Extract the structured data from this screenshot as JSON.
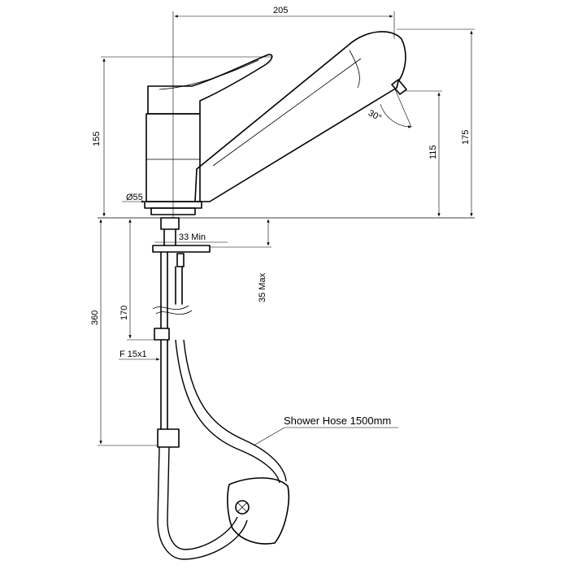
{
  "dimensions": {
    "width_top": "205",
    "height_155": "155",
    "height_175": "175",
    "height_115": "115",
    "angle": "30°",
    "diameter": "Ø55",
    "min_33": "33 Min",
    "max_35": "35 Max",
    "depth_360": "360",
    "depth_170": "170",
    "thread": "F 15x1"
  },
  "callouts": {
    "shower_hose": "Shower Hose 1500mm"
  }
}
